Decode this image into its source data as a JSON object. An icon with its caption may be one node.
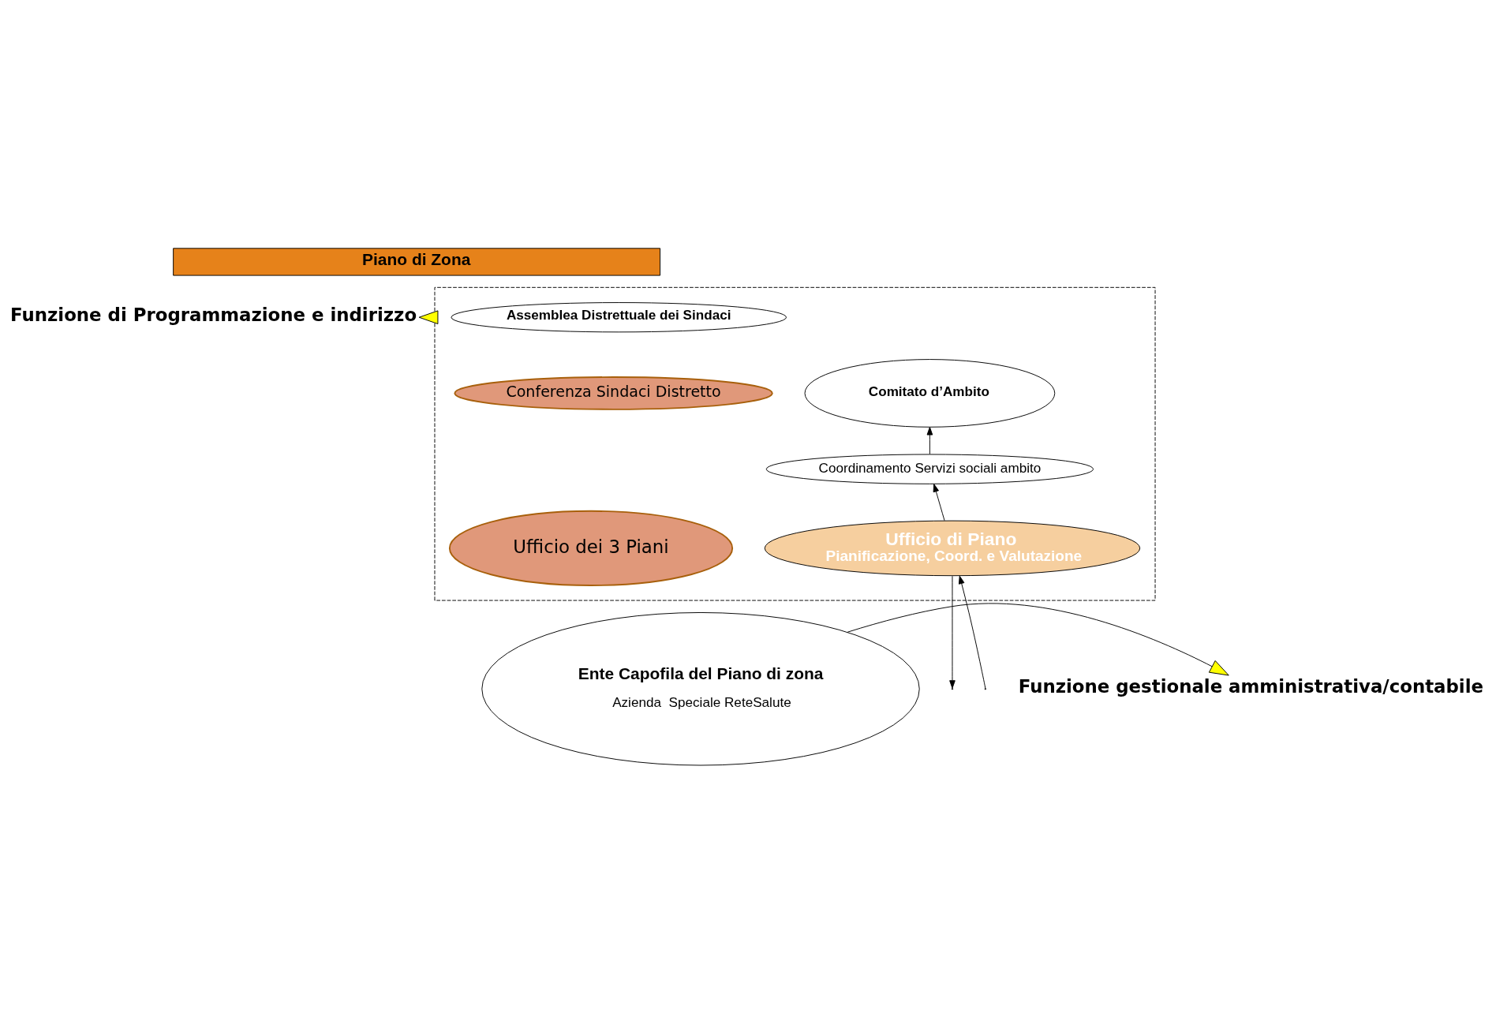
{
  "diagram": {
    "nodes": [
      {
        "text": [
          "Piano di Zona"
        ]
      },
      {
        "text": [],
        "shape": "box"
      },
      {
        "text": [
          "Assemblea Distrettuale dei Sindaci"
        ],
        "in": 1
      },
      {
        "text": [
          "Conferenza Sindaci Distretto"
        ],
        "in": 1
      },
      {
        "text": [
          "Comitato d’Ambito"
        ],
        "in": 1
      },
      {
        "text": [
          "Coordinamento Servizi sociali ambito"
        ],
        "in": 1
      },
      {
        "text": [
          "Ufficio dei 3 Piani"
        ],
        "in": 1
      },
      {
        "text": [
          "Ufficio di Piano",
          "Pianificazione, Coord. e Valutazione"
        ],
        "in": 1
      },
      {
        "text": [
          "Funzione di Programmazione e indirizzo"
        ]
      },
      {
        "text": [
          "Funzione gestionale amministrativa/contabile"
        ]
      },
      {
        "text": [
          "Ente Capofila del Piano di zona",
          "Azienda  Speciale ReteSalute"
        ]
      }
    ],
    "edges": [
      {
        "from": 5,
        "to": 4,
        "arrow": "to"
      },
      {
        "from": 7,
        "to": 5,
        "arrow": "to"
      },
      {
        "from": null,
        "to": 7,
        "arrow": "to"
      },
      {
        "from": 7,
        "to": null,
        "arrow": "to"
      },
      {
        "from": 1,
        "to": 8,
        "arrow": "to"
      },
      {
        "from": 10,
        "to": 9,
        "arrow": "to"
      }
    ]
  }
}
